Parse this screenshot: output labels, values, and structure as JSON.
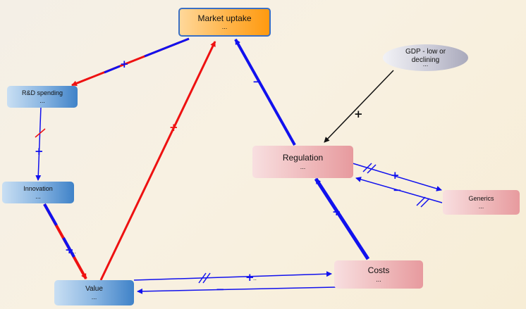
{
  "nodes": {
    "market_uptake": {
      "label": "Market uptake",
      "dots": "..."
    },
    "rd_spending": {
      "label": "R&D spending",
      "dots": "..."
    },
    "innovation": {
      "label": "Innovation",
      "dots": "..."
    },
    "value": {
      "label": "Value",
      "dots": "..."
    },
    "regulation": {
      "label": "Regulation",
      "dots": "..."
    },
    "costs": {
      "label": "Costs",
      "dots": "..."
    },
    "generics": {
      "label": "Generics",
      "dots": "..."
    },
    "gdp": {
      "label": "GDP - low or declining",
      "dots": "..."
    }
  },
  "links": {
    "market_to_rd": "+",
    "rd_to_innovation": "+",
    "innovation_to_value": "+",
    "value_to_market": "+",
    "regulation_to_market": "−",
    "gdp_to_regulation": "+",
    "regulation_to_generics": "+",
    "generics_to_regulation": "−",
    "costs_to_regulation": "+",
    "value_to_costs": "+",
    "costs_to_value": "−"
  },
  "colors": {
    "positive": "#ee1111",
    "negative": "#1111ee",
    "external": "#111111"
  }
}
